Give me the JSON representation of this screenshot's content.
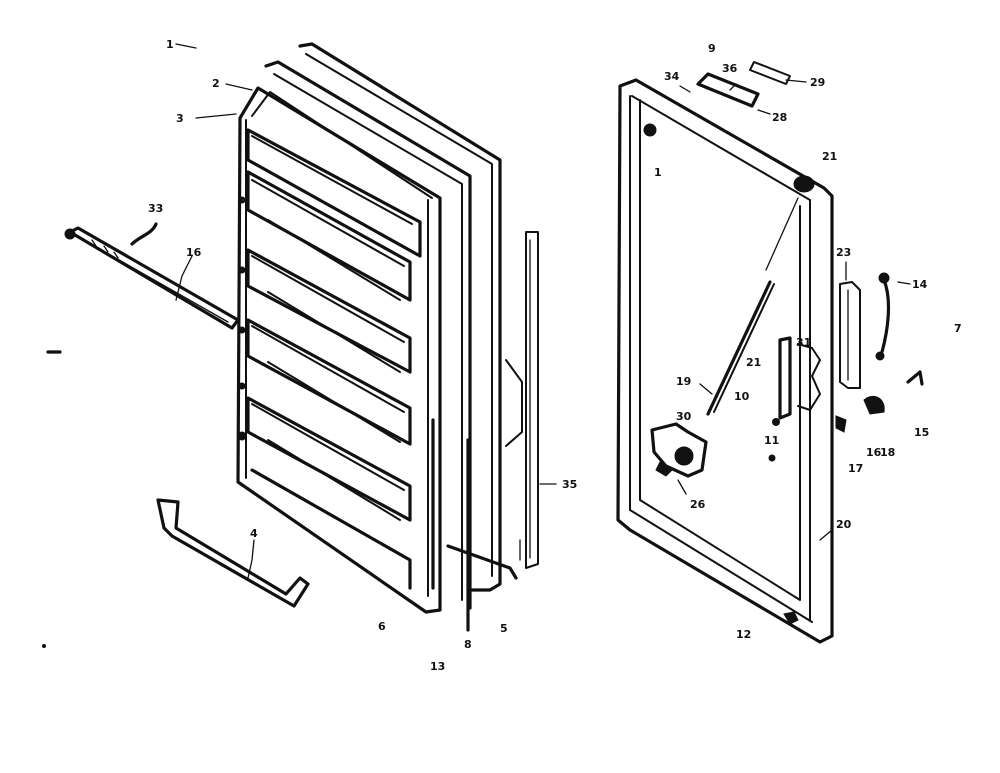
{
  "callouts": [
    {
      "id": "c-1a",
      "text": "1"
    },
    {
      "id": "c-2a",
      "text": "2"
    },
    {
      "id": "c-3a",
      "text": "3"
    },
    {
      "id": "c-33",
      "text": "33"
    },
    {
      "id": "c-16",
      "text": "16"
    },
    {
      "id": "c-4",
      "text": "4"
    },
    {
      "id": "c-6",
      "text": "6"
    },
    {
      "id": "c-8",
      "text": "8"
    },
    {
      "id": "c-5",
      "text": "5"
    },
    {
      "id": "c-13",
      "text": "13"
    },
    {
      "id": "c-35",
      "text": "35"
    },
    {
      "id": "c-9",
      "text": "9"
    },
    {
      "id": "c-34",
      "text": "34"
    },
    {
      "id": "c-36",
      "text": "36"
    },
    {
      "id": "c-29",
      "text": "29"
    },
    {
      "id": "c-28",
      "text": "28"
    },
    {
      "id": "c-1b",
      "text": "1"
    },
    {
      "id": "c-21",
      "text": "21"
    },
    {
      "id": "c-23",
      "text": "23"
    },
    {
      "id": "c-14",
      "text": "14"
    },
    {
      "id": "c-31",
      "text": "31"
    },
    {
      "id": "c-21b",
      "text": "21"
    },
    {
      "id": "c-19",
      "text": "19"
    },
    {
      "id": "c-10",
      "text": "10"
    },
    {
      "id": "c-30",
      "text": "30"
    },
    {
      "id": "c-11",
      "text": "11"
    },
    {
      "id": "c-16b",
      "text": "16"
    },
    {
      "id": "c-17",
      "text": "17"
    },
    {
      "id": "c-18",
      "text": "18"
    },
    {
      "id": "c-15",
      "text": "15"
    },
    {
      "id": "c-26",
      "text": "26"
    },
    {
      "id": "c-20",
      "text": "20"
    },
    {
      "id": "c-12",
      "text": "12"
    },
    {
      "id": "c-7",
      "text": "7"
    }
  ]
}
